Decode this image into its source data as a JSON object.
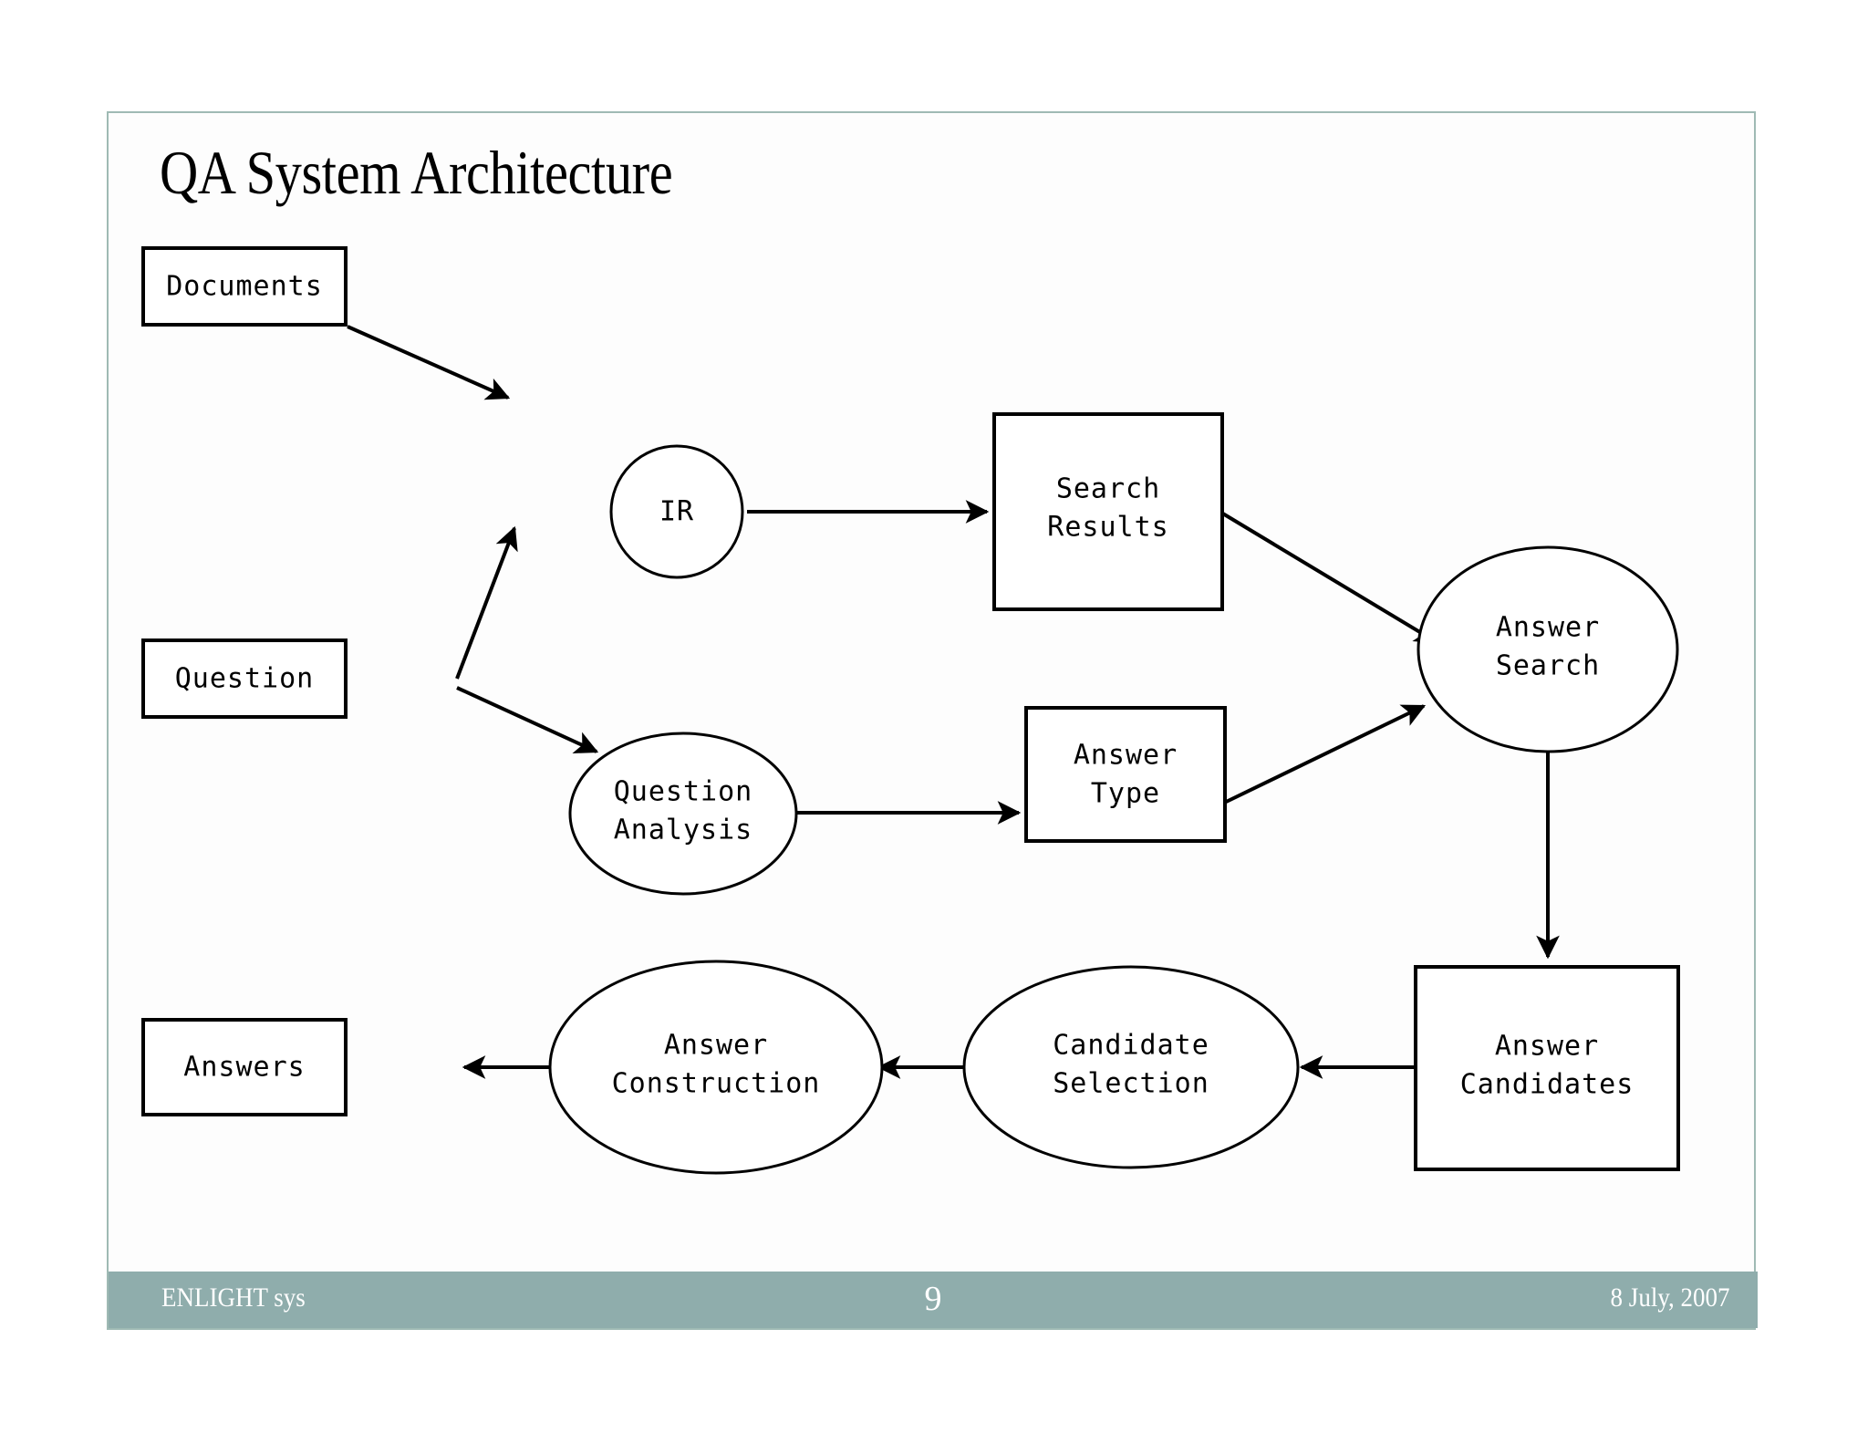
{
  "slide": {
    "title": "QA System Architecture",
    "border_color": "#9fbab4",
    "background": "#fdfdfd"
  },
  "footer": {
    "left_label": "ENLIGHT sys",
    "page_number": "9",
    "date": "8 July, 2007",
    "band_color": "#8fadac",
    "text_color": "#ffffff"
  },
  "diagram": {
    "type": "flowchart",
    "nodes": [
      {
        "id": "documents",
        "label": "Documents",
        "shape": "rect"
      },
      {
        "id": "question",
        "label": "Question",
        "shape": "rect"
      },
      {
        "id": "ir",
        "label": "IR",
        "shape": "circle"
      },
      {
        "id": "search-results",
        "label_line1": "Search",
        "label_line2": "Results",
        "shape": "rect"
      },
      {
        "id": "question-analysis",
        "label_line1": "Question",
        "label_line2": "Analysis",
        "shape": "ellipse"
      },
      {
        "id": "answer-type",
        "label_line1": "Answer",
        "label_line2": "Type",
        "shape": "rect"
      },
      {
        "id": "answer-search",
        "label_line1": "Answer",
        "label_line2": "Search",
        "shape": "ellipse"
      },
      {
        "id": "answer-candidates",
        "label_line1": "Answer",
        "label_line2": "Candidates",
        "shape": "rect"
      },
      {
        "id": "candidate-selection",
        "label_line1": "Candidate",
        "label_line2": "Selection",
        "shape": "ellipse"
      },
      {
        "id": "answer-construction",
        "label_line1": "Answer",
        "label_line2": "Construction",
        "shape": "ellipse"
      },
      {
        "id": "answers",
        "label": "Answers",
        "shape": "rect"
      }
    ],
    "edges": [
      {
        "from": "documents",
        "to": "ir"
      },
      {
        "from": "question",
        "to": "ir"
      },
      {
        "from": "question",
        "to": "question-analysis"
      },
      {
        "from": "ir",
        "to": "search-results"
      },
      {
        "from": "question-analysis",
        "to": "answer-type"
      },
      {
        "from": "search-results",
        "to": "answer-search"
      },
      {
        "from": "answer-type",
        "to": "answer-search"
      },
      {
        "from": "answer-search",
        "to": "answer-candidates"
      },
      {
        "from": "answer-candidates",
        "to": "candidate-selection"
      },
      {
        "from": "candidate-selection",
        "to": "answer-construction"
      },
      {
        "from": "answer-construction",
        "to": "answers"
      }
    ],
    "stroke_color": "#000000",
    "fill_color": "#ffffff"
  }
}
